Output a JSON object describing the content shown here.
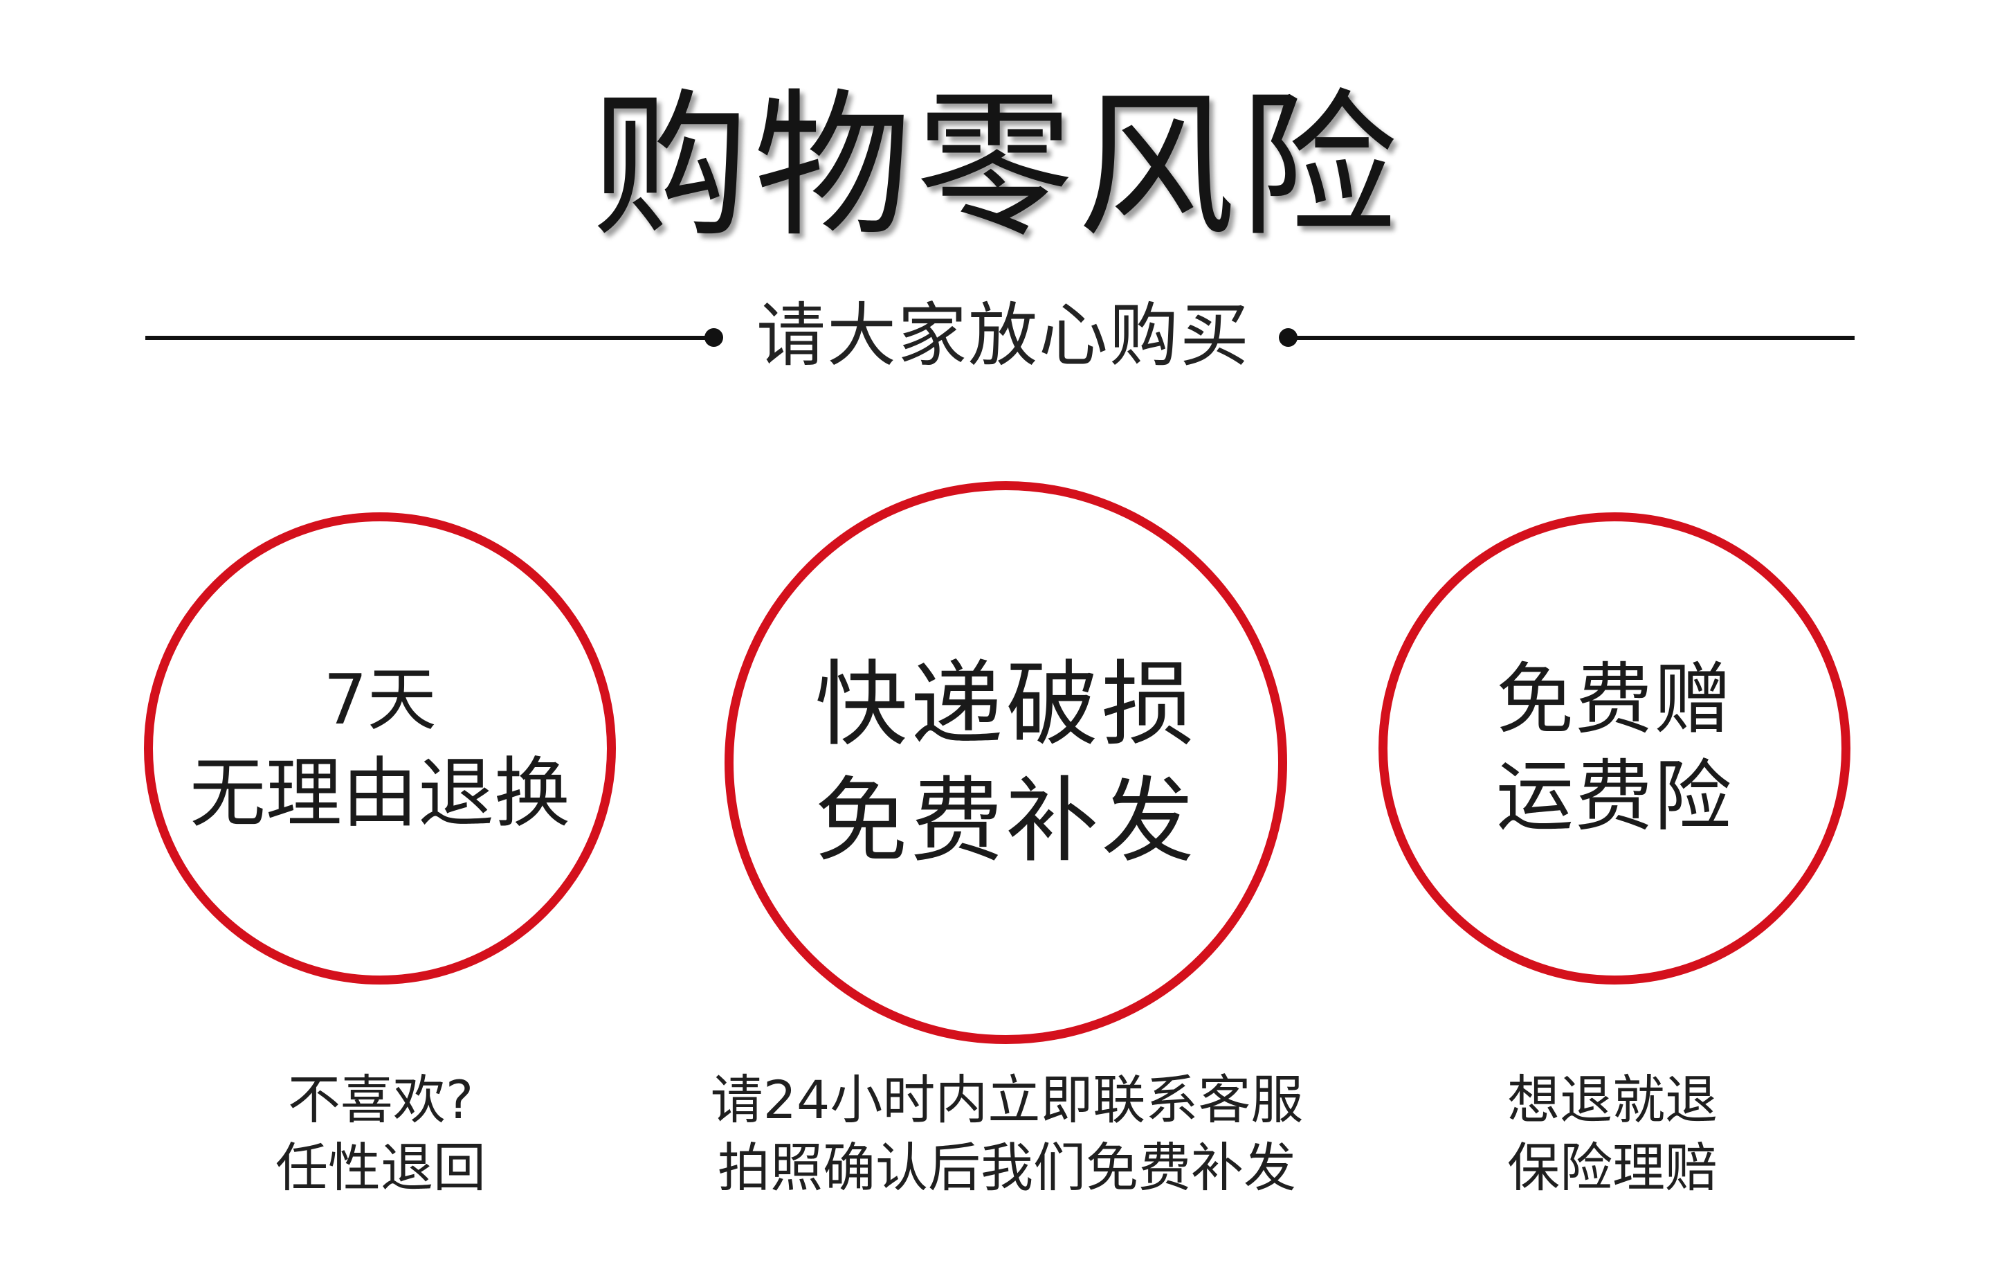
{
  "title": "购物零风险",
  "subtitle": "请大家放心购买",
  "colors": {
    "accent": "#d4101c",
    "text": "#1a1a1a",
    "background": "#ffffff"
  },
  "features": [
    {
      "circle_lines": [
        "7天",
        "无理由退换"
      ],
      "caption_lines": [
        "不喜欢?",
        "任性退回"
      ]
    },
    {
      "circle_lines": [
        "快递破损",
        "免费补发"
      ],
      "caption_lines": [
        "请24小时内立即联系客服",
        "拍照确认后我们免费补发"
      ]
    },
    {
      "circle_lines": [
        "免费赠",
        "运费险"
      ],
      "caption_lines": [
        "想退就退",
        "保险理赔"
      ]
    }
  ]
}
